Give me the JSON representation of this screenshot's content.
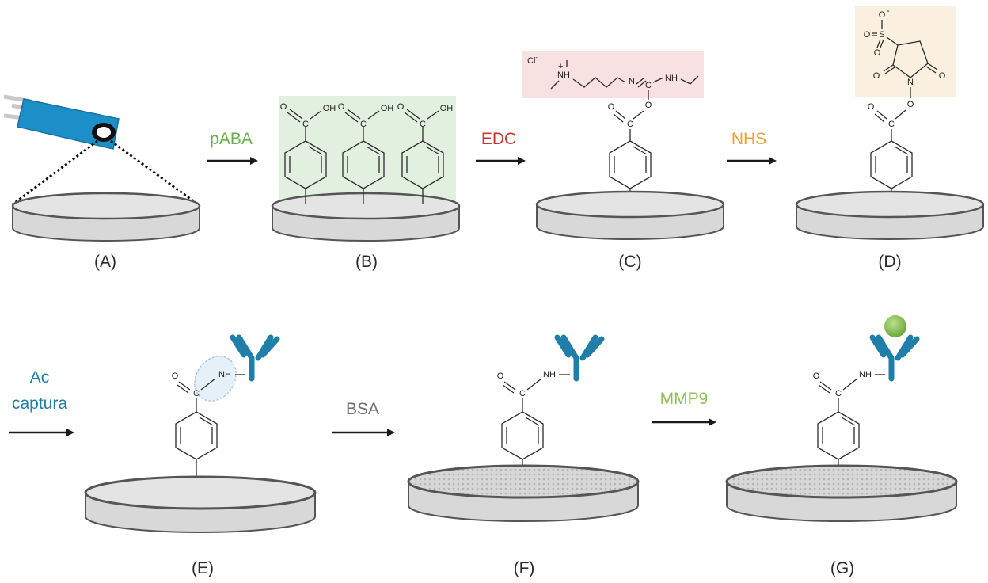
{
  "steps": [
    {
      "id": "A",
      "label": "(A)"
    },
    {
      "id": "B",
      "label": "(B)"
    },
    {
      "id": "C",
      "label": "(C)"
    },
    {
      "id": "D",
      "label": "(D)"
    },
    {
      "id": "E",
      "label": "(E)"
    },
    {
      "id": "F",
      "label": "(F)"
    },
    {
      "id": "G",
      "label": "(G)"
    }
  ],
  "reagents": {
    "paba": {
      "text": "pABA",
      "color": "#6ab04c"
    },
    "edc": {
      "text": "EDC",
      "color": "#c0392b"
    },
    "nhs": {
      "text": "NHS",
      "color": "#f0a030"
    },
    "ac_line1": {
      "text": "Ac",
      "color": "#1f7fa8"
    },
    "ac_line2": {
      "text": "captura",
      "color": "#1f7fa8"
    },
    "bsa": {
      "text": "BSA",
      "color": "#6d6d6d"
    },
    "mmp9": {
      "text": "MMP9",
      "color": "#8cc152"
    }
  },
  "atoms": {
    "carbon": "C",
    "oxygen": "O",
    "hydroxyl": "OH",
    "amine": "NH",
    "chloride": "Cl",
    "chloride_charge": "-",
    "ammonium_h": "H",
    "ammonium_n": "N",
    "ammonium_charge": "+",
    "imine_n": "N",
    "ethylamine": "NH",
    "sulfur": "S",
    "sulfonate_o": "O",
    "sulfonate_charge": "-",
    "nitrogen": "N"
  },
  "colors": {
    "antibody": "#1f7fa8",
    "antigen": "#8cc152",
    "paba_box": "#dfeedd",
    "edc_box": "#f7e1e1",
    "nhs_box": "#fbefdf",
    "electrode": "#1c8fc9",
    "disk_fill": "#e2e2e2",
    "disk_stroke": "#555555"
  }
}
